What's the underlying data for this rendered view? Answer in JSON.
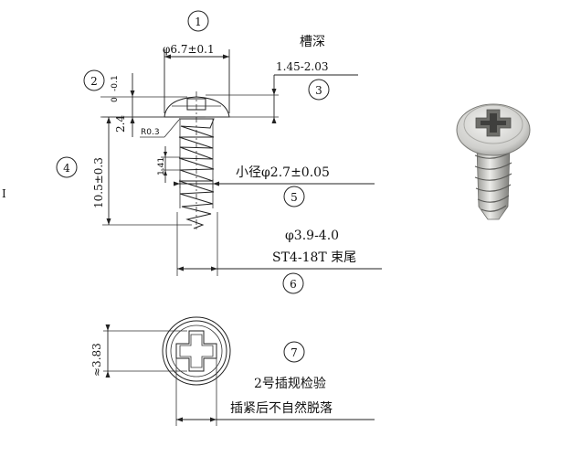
{
  "callouts": {
    "c1": "1",
    "c2": "2",
    "c3": "3",
    "c4": "4",
    "c5": "5",
    "c6": "6",
    "c7": "7"
  },
  "dims": {
    "head_diameter": "φ6.7±0.1",
    "slot_depth_title": "槽深",
    "slot_depth": "1.45-2.03",
    "head_height": "2.4",
    "head_height_tol_upper": "0",
    "head_height_tol_lower": "-0.1",
    "fillet_radius": "R0.3",
    "pitch": "1.41",
    "length": "10.5±0.3",
    "minor_diameter": "小径φ2.7±0.05",
    "major_diameter": "φ3.9-4.0",
    "thread_spec": "ST4-18T 束尾",
    "recess_width": "≈3.83",
    "gauge_line1": "2号插规检验",
    "gauge_line2": "插紧后不自然脱落"
  },
  "edge_char": "I"
}
